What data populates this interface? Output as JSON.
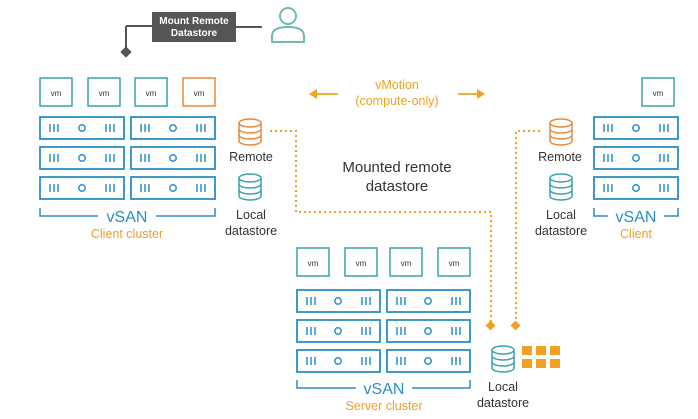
{
  "colors": {
    "teal": "#3aa2ac",
    "blue": "#2a8ec8",
    "orange": "#f0a024",
    "vm_orange": "#e8893a",
    "dark": "#333333",
    "callout_bg": "#555555",
    "person": "#6dbcaf"
  },
  "callout": {
    "line1": "Mount Remote",
    "line2": "Datastore"
  },
  "user_icon": "person-icon",
  "vm_label": "vm",
  "vmotion": {
    "line1": "vMotion",
    "line2": "(compute-only)"
  },
  "center_label": {
    "line1": "Mounted remote",
    "line2": "datastore"
  },
  "client_cluster": {
    "brand": "vSAN",
    "name": "Client cluster",
    "remote_label": "Remote",
    "local_line1": "Local",
    "local_line2": "datastore"
  },
  "client_right": {
    "brand": "vSAN",
    "name": "Client",
    "remote_label": "Remote",
    "local_line1": "Local",
    "local_line2": "datastore"
  },
  "server_cluster": {
    "brand": "vSAN",
    "name": "Server cluster",
    "local_line1": "Local",
    "local_line2": "datastore"
  }
}
